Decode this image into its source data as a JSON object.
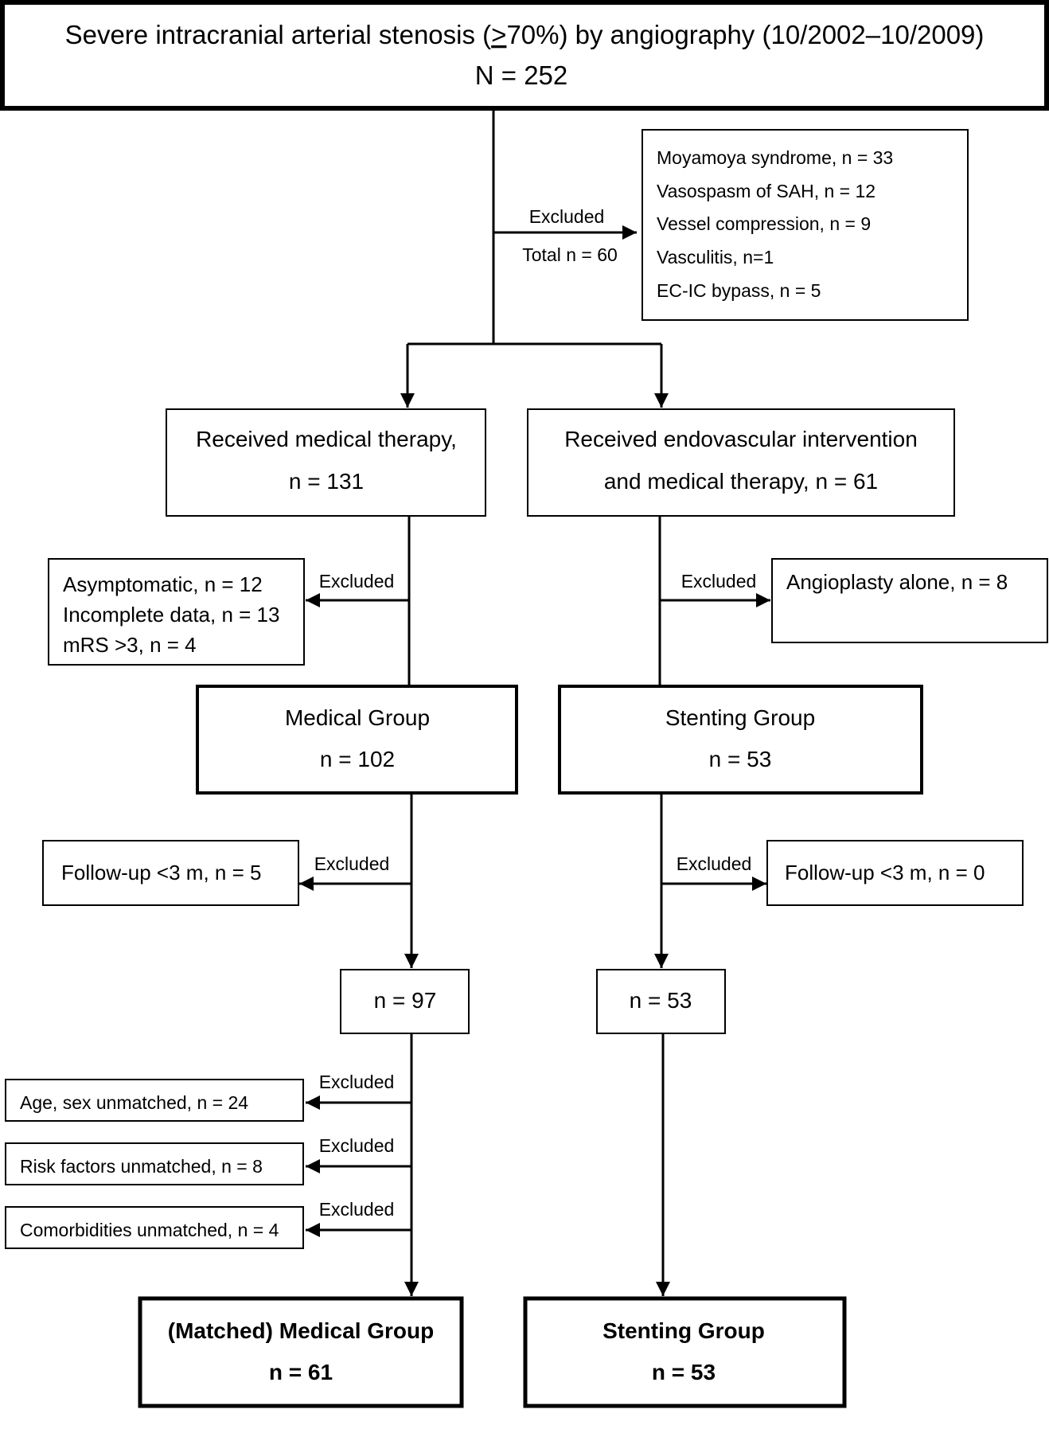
{
  "colors": {
    "line": "#000000",
    "box_fill": "#ffffff",
    "text": "#000000"
  },
  "top": {
    "title_prefix": "Severe intracranial arterial stenosis (",
    "title_symbol": ">",
    "title_suffix": "70%) by angiography (10/2002–10/2009)",
    "count": "N = 252"
  },
  "exclusion_1": {
    "label": "Excluded",
    "total": "Total n = 60",
    "items": [
      "Moyamoya syndrome, n = 33",
      "Vasospasm of SAH, n = 12",
      "Vessel compression, n = 9",
      "Vasculitis, n=1",
      "EC-IC bypass, n = 5"
    ]
  },
  "medical_therapy": {
    "line1": "Received medical therapy,",
    "line2": "n = 131"
  },
  "endovascular": {
    "line1": "Received endovascular intervention",
    "line2": "and medical therapy, n = 61"
  },
  "exclusion_medical": {
    "label": "Excluded",
    "items": [
      "Asymptomatic, n = 12",
      "Incomplete data, n = 13",
      "mRS >3, n = 4"
    ]
  },
  "exclusion_endo": {
    "label": "Excluded",
    "item": "Angioplasty alone, n = 8"
  },
  "medical_group": {
    "title": "Medical Group",
    "count": "n = 102"
  },
  "stenting_group": {
    "title": "Stenting Group",
    "count": "n = 53"
  },
  "followup_medical": {
    "label": "Excluded",
    "item": "Follow-up <3 m, n = 5"
  },
  "followup_stenting": {
    "label": "Excluded",
    "item": "Follow-up <3 m, n = 0"
  },
  "medical_remaining": "n = 97",
  "stenting_remaining": "n = 53",
  "matching_exclusions": [
    {
      "label": "Excluded",
      "item": "Age, sex unmatched, n = 24"
    },
    {
      "label": "Excluded",
      "item": "Risk factors unmatched, n = 8"
    },
    {
      "label": "Excluded",
      "item": "Comorbidities unmatched, n = 4"
    }
  ],
  "final_medical": {
    "title": "(Matched) Medical Group",
    "count": "n = 61"
  },
  "final_stenting": {
    "title": "Stenting Group",
    "count": "n = 53"
  }
}
